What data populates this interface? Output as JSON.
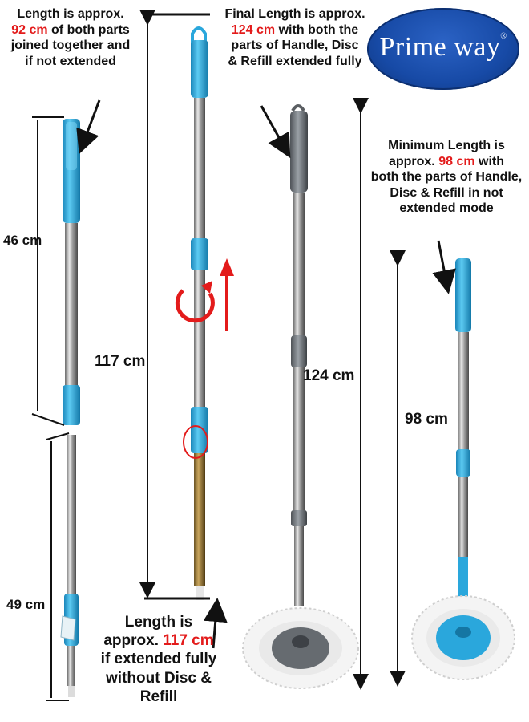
{
  "brand": {
    "name": "Prime way",
    "trademark": "®"
  },
  "accent_color": "#e31b1b",
  "mop_blue": "#2aa7dc",
  "callouts": {
    "joined": {
      "line1": "Length is approx.",
      "value": "92 cm",
      "line2": "of both parts",
      "line3": "joined together and",
      "line4": "if not extended"
    },
    "final": {
      "line1": "Final Length is approx.",
      "value": "124 cm",
      "line2": "with both the",
      "line3": "parts of Handle, Disc",
      "line4": "& Refill extended fully"
    },
    "minimum": {
      "line1": "Minimum Length is",
      "line2a": "approx.",
      "value": "98 cm",
      "line2b": "with",
      "line3": "both the parts of Handle,",
      "line4": "Disc & Refill in not",
      "line5": "extended mode"
    },
    "extended": {
      "line1": "Length is",
      "line2a": "approx.",
      "value": "117 cm",
      "line3": "if extended fully",
      "line4": "without Disc & Refill"
    }
  },
  "dimensions": {
    "upper_part": "46 cm",
    "lower_part": "49 cm",
    "handle_extended": "117 cm",
    "full_extended": "124 cm",
    "minimum": "98 cm"
  }
}
